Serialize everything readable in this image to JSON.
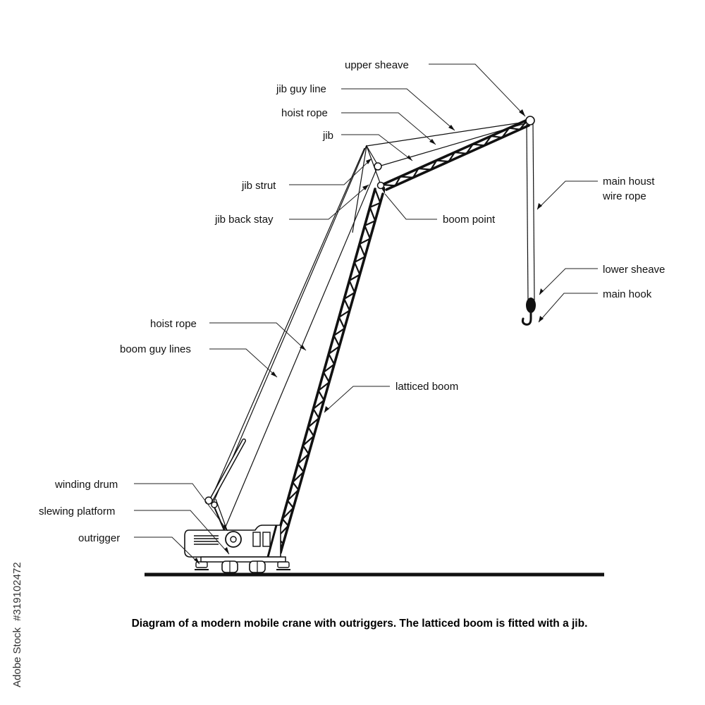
{
  "labels": {
    "upper_sheave": "upper sheave",
    "jib_guy_line": "jib guy line",
    "hoist_rope_top": "hoist rope",
    "jib": "jib",
    "jib_strut": "jib strut",
    "jib_back_stay": "jib back stay",
    "boom_point": "boom point",
    "main_hoist_line1": "main houst",
    "main_hoist_line2": "wire rope",
    "lower_sheave": "lower sheave",
    "main_hook": "main hook",
    "hoist_rope_mid": "hoist rope",
    "boom_guy_lines": "boom guy lines",
    "latticed_boom": "latticed boom",
    "winding_drum": "winding drum",
    "slewing_platform": "slewing platform",
    "outrigger": "outrigger"
  },
  "caption": "Diagram of a modern mobile crane with outriggers. The latticed boom is fitted with a jib.",
  "stock_id": "#319102472",
  "stock_brand": "Adobe Stock",
  "colors": {
    "ink": "#111111",
    "background": "#ffffff"
  }
}
